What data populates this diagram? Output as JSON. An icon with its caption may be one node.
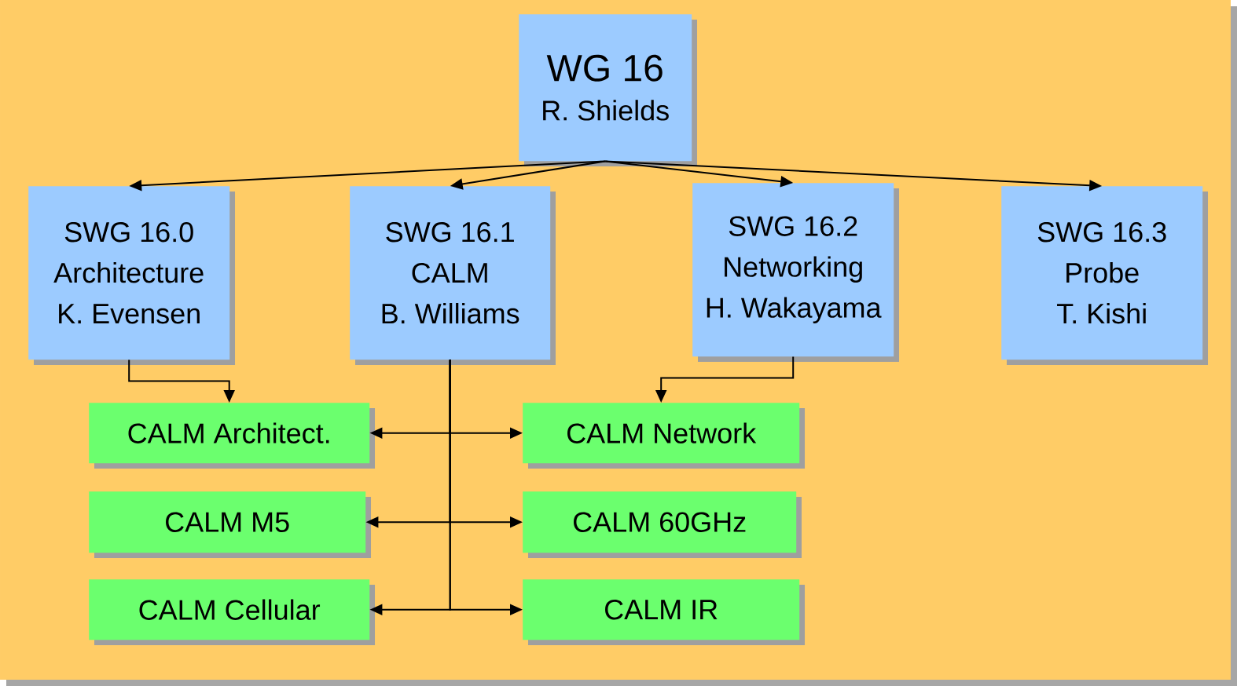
{
  "diagram": {
    "nodes": [
      {
        "text": [
          "WG 16",
          "R. Shields"
        ]
      },
      {
        "text": [
          "SWG 16.0",
          "Architecture",
          "K. Evensen"
        ]
      },
      {
        "text": [
          "SWG 16.1",
          "CALM",
          "B. Williams"
        ]
      },
      {
        "text": [
          "SWG 16.2",
          "Networking",
          "H. Wakayama"
        ]
      },
      {
        "text": [
          "SWG 16.3",
          "Probe",
          "T. Kishi"
        ]
      },
      {
        "text": [
          "CALM Architect."
        ]
      },
      {
        "text": [
          "CALM M5"
        ]
      },
      {
        "text": [
          "CALM Cellular"
        ]
      },
      {
        "text": [
          "CALM Network"
        ]
      },
      {
        "text": [
          "CALM 60GHz"
        ]
      },
      {
        "text": [
          "CALM IR"
        ]
      }
    ],
    "edges": [
      {
        "from": 0,
        "to": 1,
        "arrow": "to"
      },
      {
        "from": 0,
        "to": 2,
        "arrow": "to"
      },
      {
        "from": 0,
        "to": 3,
        "arrow": "to"
      },
      {
        "from": 0,
        "to": 4,
        "arrow": "to"
      },
      {
        "from": 1,
        "to": 5,
        "arrow": "to"
      },
      {
        "from": 3,
        "to": 8,
        "arrow": "to"
      },
      {
        "from": 2,
        "to": 5,
        "arrow": "to"
      },
      {
        "from": 2,
        "to": 6,
        "arrow": "to"
      },
      {
        "from": 2,
        "to": 7,
        "arrow": "to"
      },
      {
        "from": 2,
        "to": 8,
        "arrow": "to"
      },
      {
        "from": 2,
        "to": 9,
        "arrow": "to"
      },
      {
        "from": 2,
        "to": 10,
        "arrow": "to"
      }
    ]
  }
}
